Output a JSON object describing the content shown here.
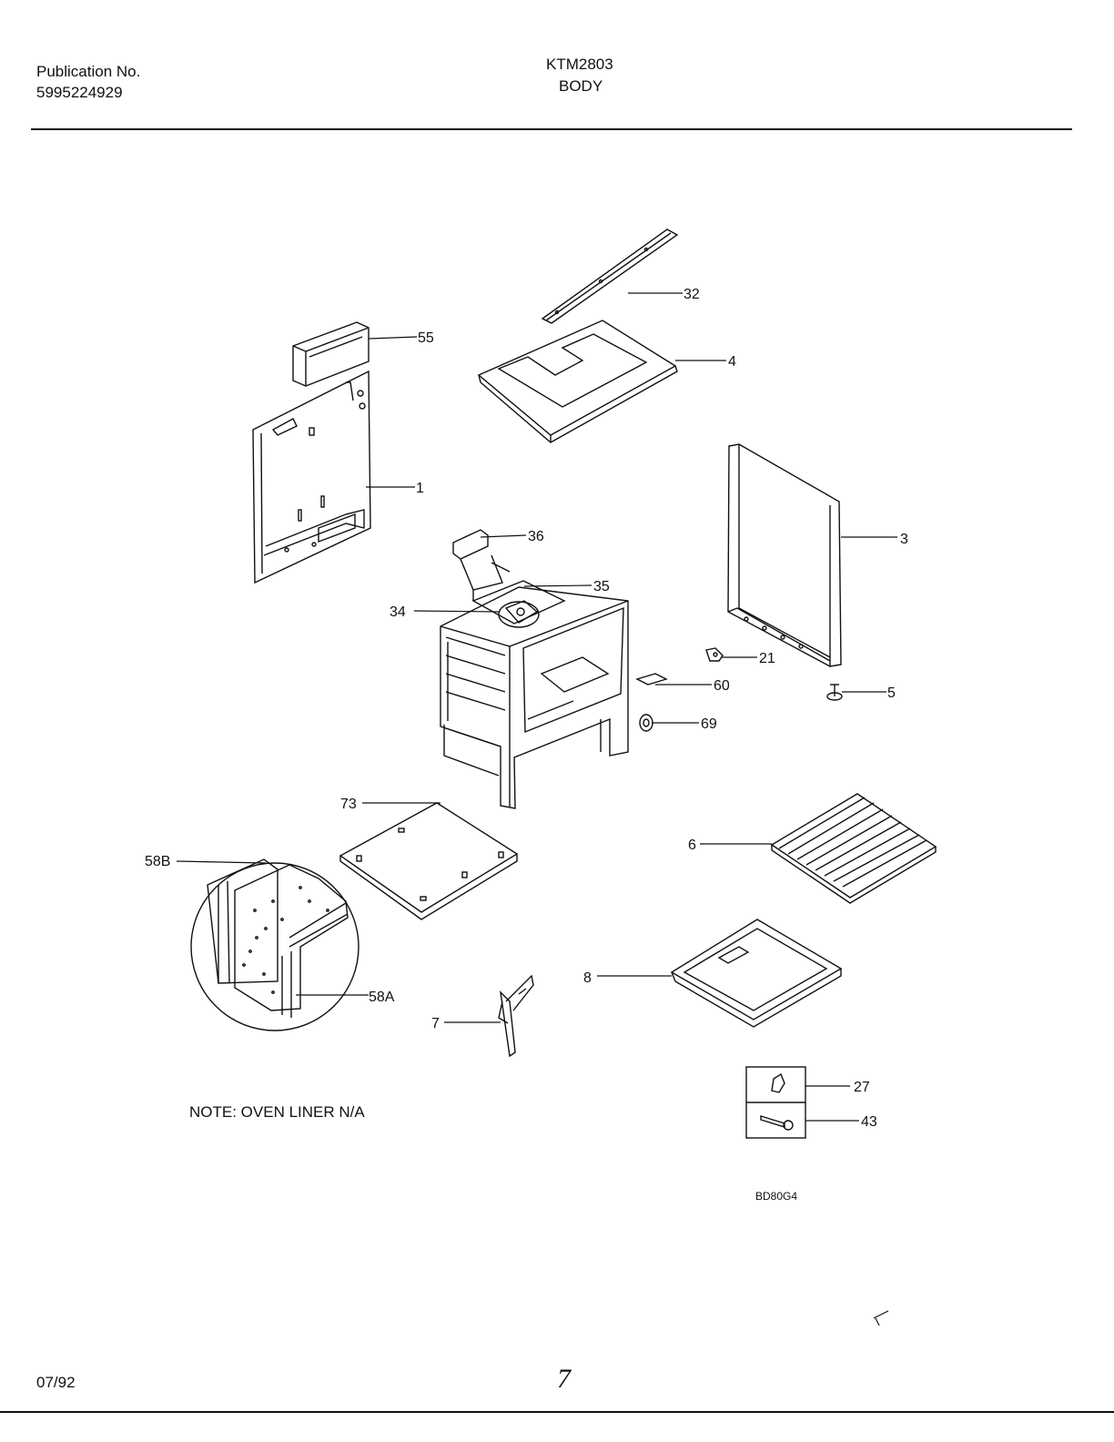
{
  "header": {
    "publication_label": "Publication No.",
    "publication_number": "5995224929",
    "model": "KTM2803",
    "section": "BODY"
  },
  "note": "NOTE: OVEN LINER N/A",
  "drawing_code": "BD80G4",
  "footer": {
    "date": "07/92",
    "page": "7"
  },
  "callouts": {
    "c32": "32",
    "c55": "55",
    "c4": "4",
    "c1": "1",
    "c3": "3",
    "c36": "36",
    "c35": "35",
    "c34": "34",
    "c21": "21",
    "c60": "60",
    "c5": "5",
    "c69": "69",
    "c73": "73",
    "c6": "6",
    "c58B": "58B",
    "c58A": "58A",
    "c8": "8",
    "c7": "7",
    "c27": "27",
    "c43": "43"
  }
}
